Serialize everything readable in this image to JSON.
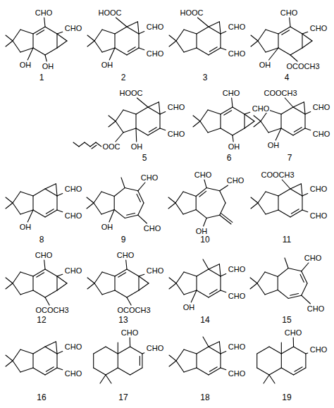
{
  "diagram": {
    "labels": [
      "CHO",
      "CHO",
      "OH",
      "OH",
      "1",
      "HOOC",
      "CHO",
      "OH",
      "CHO",
      "2",
      "HOOC",
      "CHO",
      "CHO",
      "3",
      "CHO",
      "CHO",
      "OH",
      "OCOCH3",
      "4",
      "HOOC",
      "CHO",
      "OOC",
      "OH",
      "CHO",
      "5",
      "CHO",
      "CHO",
      "OH",
      "6",
      "COOCH3",
      "CHO",
      "CHO",
      "OH",
      "7",
      "CHO",
      "OH",
      "CHO",
      "8",
      "OH",
      "CHO",
      "CHO",
      "9",
      "CHO",
      "CHO",
      "OH",
      "10",
      "COOCH3",
      "CHO",
      "CHO",
      "11",
      "CHO",
      "CHO",
      "OCOCH3",
      "12",
      "CHO",
      "CHO",
      "OCOCH3",
      "13",
      "CHO",
      "OH",
      "CHO",
      "14",
      "CHO",
      "CHO",
      "15",
      "CHO",
      "CHO",
      "16",
      "CHO",
      "CHO",
      "17",
      "CHO",
      "CHO",
      "18",
      "CHO",
      "CHO",
      "19"
    ]
  }
}
